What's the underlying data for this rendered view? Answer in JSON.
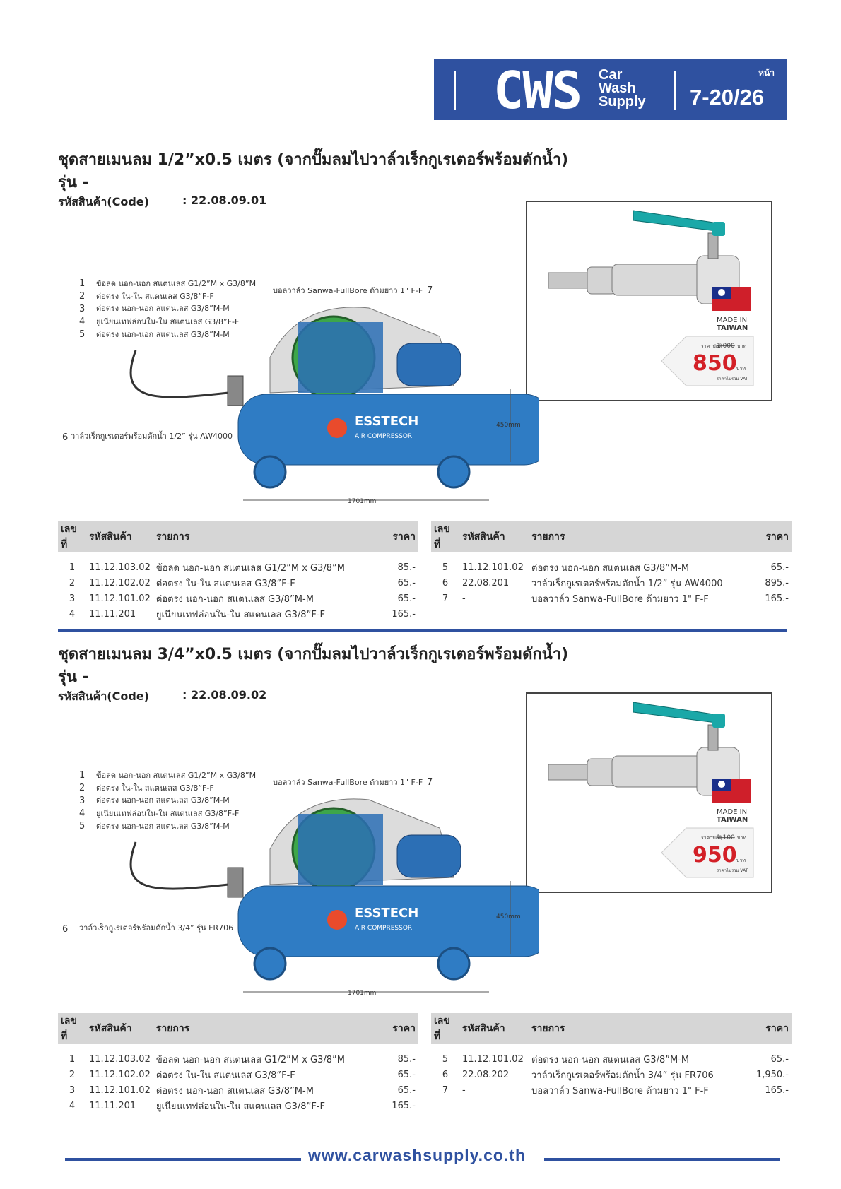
{
  "header": {
    "brand": "CWS",
    "brand_sub": [
      "Car",
      "Wash",
      "Supply"
    ],
    "page_label": "หน้า",
    "page_number": "7-20/26",
    "accent_color": "#2f51a0"
  },
  "sections": [
    {
      "title": "ชุดสายเมนลม 1/2”x0.5 เมตร (จากปั๊มลมไปวาล์วเร็กกูเรเตอร์พร้อมดักน้ำ)",
      "model": "รุ่น -",
      "code_label": "รหัสสินค้า(Code)",
      "code_value": ": 22.08.09.01",
      "photo": {
        "made_in": "MADE IN",
        "country": "TAIWAN",
        "normal_price_label": "ราคาปกติ",
        "normal_price": "1,000",
        "currency": "บาท",
        "price": "850",
        "vat_note": "ราคาไม่รวม VAT"
      },
      "diagram": {
        "labels": [
          {
            "no": "1",
            "text": "ข้อลด นอก-นอก สแตนเลส G1/2”M x G3/8”M"
          },
          {
            "no": "2",
            "text": "ต่อตรง ใน-ใน สแตนเลส G3/8”F-F"
          },
          {
            "no": "3",
            "text": "ต่อตรง นอก-นอก สแตนเลส G3/8”M-M"
          },
          {
            "no": "4",
            "text": "ยูเนียนเทฟล่อนใน-ใน สแตนเลส G3/8”F-F"
          },
          {
            "no": "5",
            "text": "ต่อตรง นอก-นอก สแตนเลส G3/8”M-M"
          },
          {
            "no": "6",
            "text": "วาล์วเร็กกูเรเตอร์พร้อมดักน้ำ 1/2” รุ่น AW4000"
          },
          {
            "no": "7",
            "text": "บอลวาล์ว Sanwa-FullBore ด้ามยาว 1\" F-F"
          }
        ],
        "brand": "ESSTECH",
        "brand_sub": "AIR COMPRESSOR",
        "height_dim": "450mm",
        "length_dim": "1701mm"
      },
      "table_headers": [
        "เลขที่",
        "รหัสสินค้า",
        "รายการ",
        "ราคา"
      ],
      "left_rows": [
        {
          "no": "1",
          "code": "11.12.103.02",
          "item": "ข้อลด นอก-นอก สแตนเลส G1/2”M x G3/8”M",
          "price": "85.-"
        },
        {
          "no": "2",
          "code": "11.12.102.02",
          "item": "ต่อตรง ใน-ใน สแตนเลส G3/8”F-F",
          "price": "65.-"
        },
        {
          "no": "3",
          "code": "11.12.101.02",
          "item": "ต่อตรง นอก-นอก สแตนเลส G3/8”M-M",
          "price": "65.-"
        },
        {
          "no": "4",
          "code": "11.11.201",
          "item": "ยูเนียนเทฟล่อนใน-ใน สแตนเลส G3/8”F-F",
          "price": "165.-"
        }
      ],
      "right_rows": [
        {
          "no": "5",
          "code": "11.12.101.02",
          "item": "ต่อตรง นอก-นอก สแตนเลส G3/8”M-M",
          "price": "65.-"
        },
        {
          "no": "6",
          "code": "22.08.201",
          "item": "วาล์วเร็กกูเรเตอร์พร้อมดักน้ำ 1/2” รุ่น AW4000",
          "price": "895.-"
        },
        {
          "no": "7",
          "code": "-",
          "item": "บอลวาล์ว Sanwa-FullBore ด้ามยาว 1\" F-F",
          "price": "165.-"
        }
      ]
    },
    {
      "title": "ชุดสายเมนลม 3/4”x0.5 เมตร (จากปั๊มลมไปวาล์วเร็กกูเรเตอร์พร้อมดักน้ำ)",
      "model": "รุ่น -",
      "code_label": "รหัสสินค้า(Code)",
      "code_value": ": 22.08.09.02",
      "photo": {
        "made_in": "MADE IN",
        "country": "TAIWAN",
        "normal_price_label": "ราคาปกติ",
        "normal_price": "1,100",
        "currency": "บาท",
        "price": "950",
        "vat_note": "ราคาไม่รวม VAT"
      },
      "diagram": {
        "labels": [
          {
            "no": "1",
            "text": "ข้อลด นอก-นอก สแตนเลส G1/2”M x G3/8”M"
          },
          {
            "no": "2",
            "text": "ต่อตรง ใน-ใน สแตนเลส G3/8”F-F"
          },
          {
            "no": "3",
            "text": "ต่อตรง นอก-นอก สแตนเลส G3/8”M-M"
          },
          {
            "no": "4",
            "text": "ยูเนียนเทฟล่อนใน-ใน สแตนเลส G3/8”F-F"
          },
          {
            "no": "5",
            "text": "ต่อตรง นอก-นอก สแตนเลส G3/8”M-M"
          },
          {
            "no": "6",
            "text": "วาล์วเร็กกูเรเตอร์พร้อมดักน้ำ 3/4” รุ่น FR706"
          },
          {
            "no": "7",
            "text": "บอลวาล์ว Sanwa-FullBore ด้ามยาว 1\" F-F"
          }
        ],
        "brand": "ESSTECH",
        "brand_sub": "AIR COMPRESSOR",
        "height_dim": "450mm",
        "length_dim": "1701mm"
      },
      "table_headers": [
        "เลขที่",
        "รหัสสินค้า",
        "รายการ",
        "ราคา"
      ],
      "left_rows": [
        {
          "no": "1",
          "code": "11.12.103.02",
          "item": "ข้อลด นอก-นอก สแตนเลส G1/2”M x G3/8”M",
          "price": "85.-"
        },
        {
          "no": "2",
          "code": "11.12.102.02",
          "item": "ต่อตรง ใน-ใน สแตนเลส G3/8”F-F",
          "price": "65.-"
        },
        {
          "no": "3",
          "code": "11.12.101.02",
          "item": "ต่อตรง นอก-นอก สแตนเลส G3/8”M-M",
          "price": "65.-"
        },
        {
          "no": "4",
          "code": "11.11.201",
          "item": "ยูเนียนเทฟล่อนใน-ใน สแตนเลส G3/8”F-F",
          "price": "165.-"
        }
      ],
      "right_rows": [
        {
          "no": "5",
          "code": "11.12.101.02",
          "item": "ต่อตรง นอก-นอก สแตนเลส G3/8”M-M",
          "price": "65.-"
        },
        {
          "no": "6",
          "code": "22.08.202",
          "item": "วาล์วเร็กกูเรเตอร์พร้อมดักน้ำ 3/4” รุ่น FR706",
          "price": "1,950.-"
        },
        {
          "no": "7",
          "code": "-",
          "item": "บอลวาล์ว Sanwa-FullBore ด้ามยาว 1\" F-F",
          "price": "165.-"
        }
      ]
    }
  ],
  "footer": {
    "url": "www.carwashsupply.co.th"
  }
}
